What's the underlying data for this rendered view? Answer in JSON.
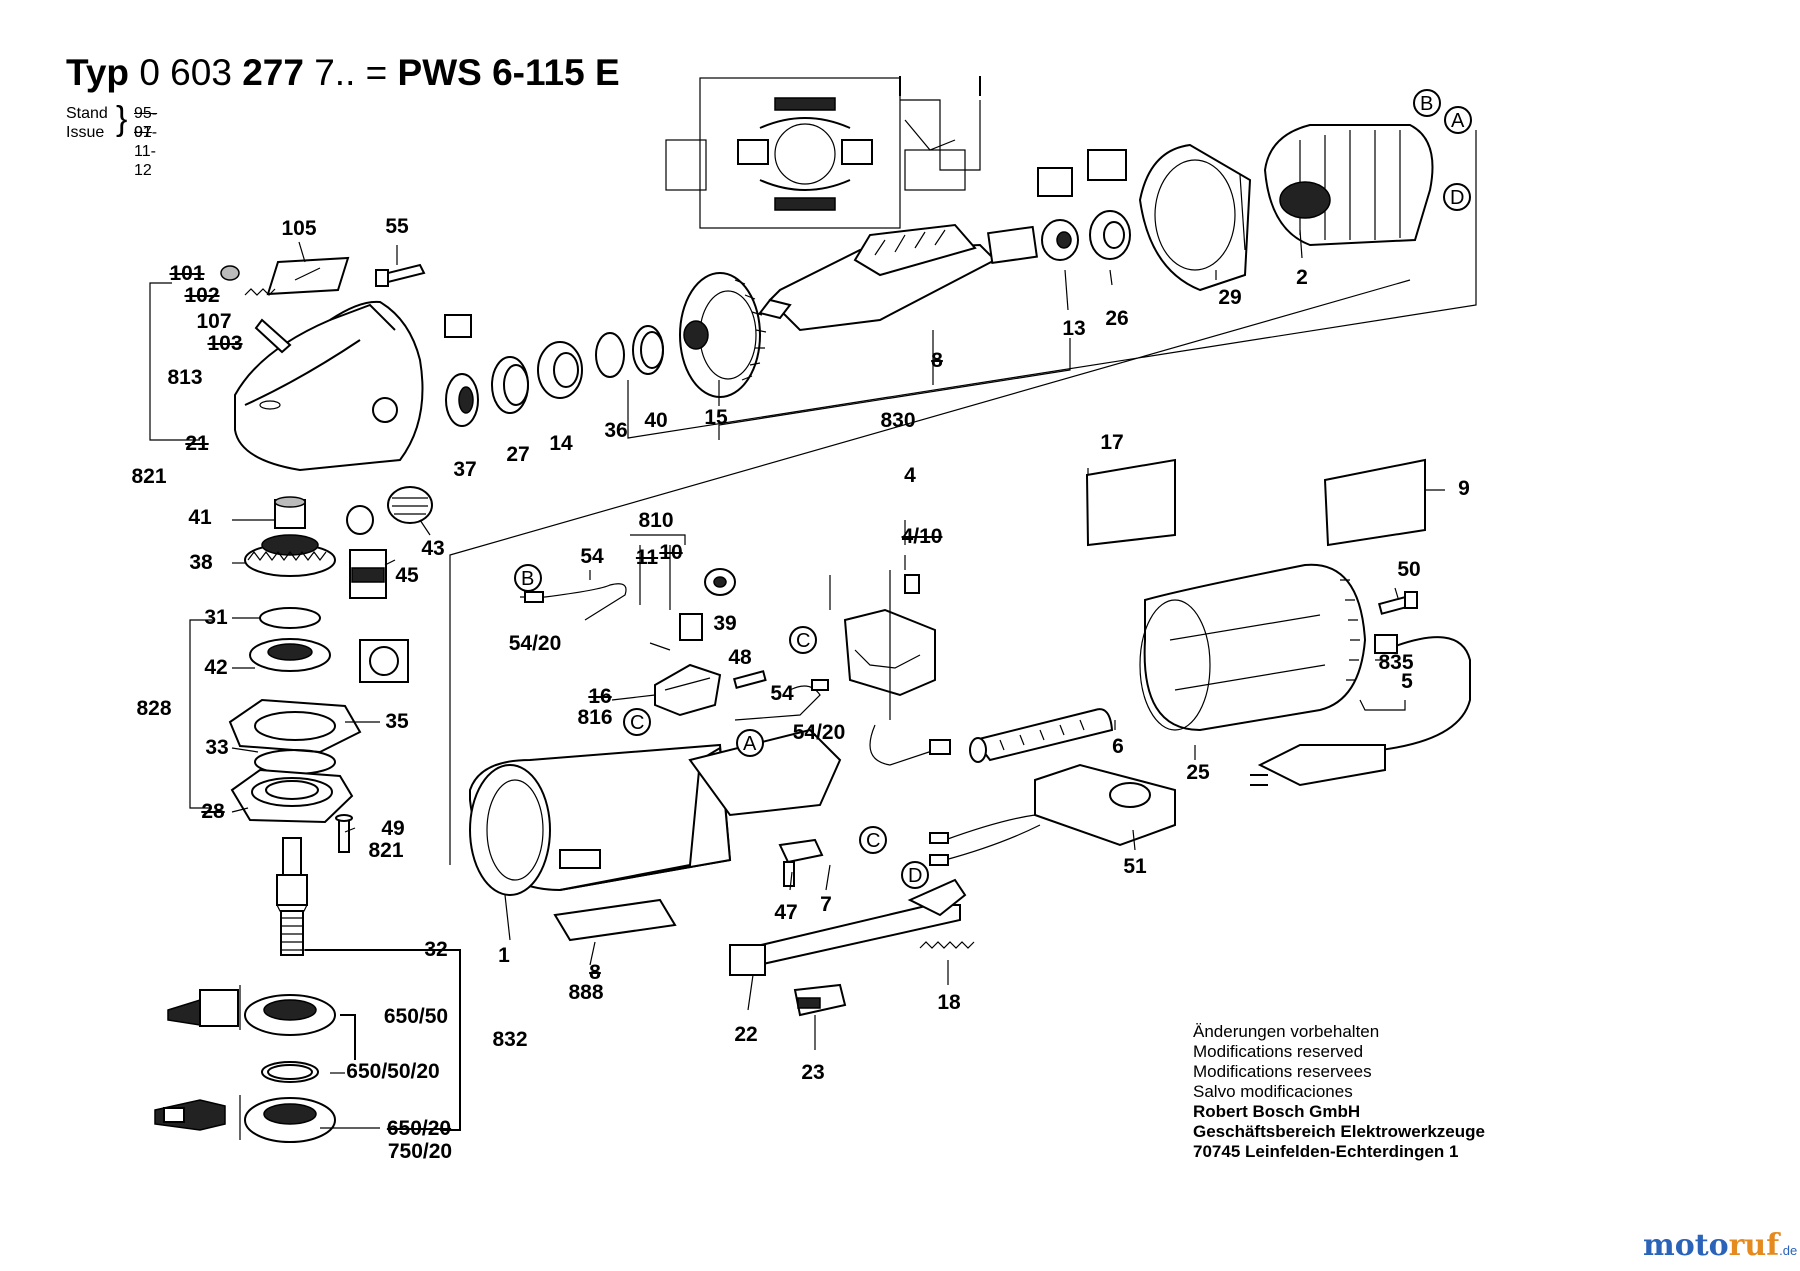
{
  "header": {
    "typ_prefix": "Typ",
    "typ_number": "0 603",
    "typ_number_bold": "277",
    "typ_suffix": "7.. =",
    "model": "PWS 6-115 E",
    "stand_label": "Stand",
    "issue_label": "Issue",
    "stand_value": "95-01",
    "issue_value": "97-11-12"
  },
  "parts": [
    {
      "id": "105",
      "text": "105",
      "struck": false
    },
    {
      "id": "55",
      "text": "55",
      "struck": false
    },
    {
      "id": "101",
      "text": "101",
      "struck": true
    },
    {
      "id": "102",
      "text": "102",
      "struck": true
    },
    {
      "id": "107",
      "text": "107",
      "struck": false
    },
    {
      "id": "103",
      "text": "103",
      "struck": true
    },
    {
      "id": "813",
      "text": "813",
      "struck": false
    },
    {
      "id": "21",
      "text": "21",
      "struck": true
    },
    {
      "id": "821a",
      "text": "821",
      "struck": false
    },
    {
      "id": "41",
      "text": "41",
      "struck": false
    },
    {
      "id": "38",
      "text": "38",
      "struck": false
    },
    {
      "id": "31",
      "text": "31",
      "struck": false
    },
    {
      "id": "42",
      "text": "42",
      "struck": false
    },
    {
      "id": "828",
      "text": "828",
      "struck": false
    },
    {
      "id": "35",
      "text": "35",
      "struck": false
    },
    {
      "id": "33",
      "text": "33",
      "struck": false
    },
    {
      "id": "28",
      "text": "28",
      "struck": true
    },
    {
      "id": "49",
      "text": "49",
      "struck": false
    },
    {
      "id": "821b",
      "text": "821",
      "struck": false
    },
    {
      "id": "32",
      "text": "32",
      "struck": true
    },
    {
      "id": "650_50",
      "text": "650/50",
      "struck": false
    },
    {
      "id": "832",
      "text": "832",
      "struck": false
    },
    {
      "id": "650_50_20",
      "text": "650/50/20",
      "struck": false
    },
    {
      "id": "650_20",
      "text": "650/20",
      "struck": true
    },
    {
      "id": "750_20",
      "text": "750/20",
      "struck": false
    },
    {
      "id": "37",
      "text": "37",
      "struck": false
    },
    {
      "id": "27",
      "text": "27",
      "struck": false
    },
    {
      "id": "14",
      "text": "14",
      "struck": false
    },
    {
      "id": "36",
      "text": "36",
      "struck": false
    },
    {
      "id": "40",
      "text": "40",
      "struck": false
    },
    {
      "id": "15",
      "text": "15",
      "struck": false
    },
    {
      "id": "830",
      "text": "830",
      "struck": false
    },
    {
      "id": "8a",
      "text": "8",
      "struck": true
    },
    {
      "id": "13",
      "text": "13",
      "struck": false
    },
    {
      "id": "26",
      "text": "26",
      "struck": false
    },
    {
      "id": "29",
      "text": "29",
      "struck": false
    },
    {
      "id": "2",
      "text": "2",
      "struck": false
    },
    {
      "id": "43",
      "text": "43",
      "struck": false
    },
    {
      "id": "45",
      "text": "45",
      "struck": false
    },
    {
      "id": "810",
      "text": "810",
      "struck": false
    },
    {
      "id": "54a",
      "text": "54",
      "struck": false
    },
    {
      "id": "11",
      "text": "11",
      "struck": true
    },
    {
      "id": "10",
      "text": "10",
      "struck": true
    },
    {
      "id": "39",
      "text": "39",
      "struck": false
    },
    {
      "id": "54_20a",
      "text": "54/20",
      "struck": false
    },
    {
      "id": "48",
      "text": "48",
      "struck": false
    },
    {
      "id": "16",
      "text": "16",
      "struck": true
    },
    {
      "id": "816",
      "text": "816",
      "struck": false
    },
    {
      "id": "54b",
      "text": "54",
      "struck": false
    },
    {
      "id": "54_20b",
      "text": "54/20",
      "struck": false
    },
    {
      "id": "4",
      "text": "4",
      "struck": false
    },
    {
      "id": "4_10",
      "text": "4/10",
      "struck": true
    },
    {
      "id": "17",
      "text": "17",
      "struck": false
    },
    {
      "id": "9",
      "text": "9",
      "struck": false
    },
    {
      "id": "50",
      "text": "50",
      "struck": false
    },
    {
      "id": "835",
      "text": "835",
      "struck": false
    },
    {
      "id": "5",
      "text": "5",
      "struck": false
    },
    {
      "id": "6",
      "text": "6",
      "struck": false
    },
    {
      "id": "25",
      "text": "25",
      "struck": false
    },
    {
      "id": "51",
      "text": "51",
      "struck": false
    },
    {
      "id": "1",
      "text": "1",
      "struck": false
    },
    {
      "id": "8b",
      "text": "8",
      "struck": true
    },
    {
      "id": "888",
      "text": "888",
      "struck": false
    },
    {
      "id": "47",
      "text": "47",
      "struck": false
    },
    {
      "id": "7",
      "text": "7",
      "struck": false
    },
    {
      "id": "22",
      "text": "22",
      "struck": false
    },
    {
      "id": "23",
      "text": "23",
      "struck": false
    },
    {
      "id": "18",
      "text": "18",
      "struck": false
    }
  ],
  "connectors": [
    "A",
    "B",
    "C",
    "D"
  ],
  "footer": {
    "line1": "Änderungen vorbehalten",
    "line2": "Modifications reserved",
    "line3": "Modifications reservees",
    "line4": "Salvo modificaciones",
    "company": "Robert Bosch GmbH",
    "division": "Geschäftsbereich Elektrowerkzeuge",
    "address": "70745 Leinfelden-Echterdingen 1"
  },
  "brand": {
    "part1": "moto",
    "part2": "ruf",
    "part3": "",
    "suffix": ".de"
  }
}
